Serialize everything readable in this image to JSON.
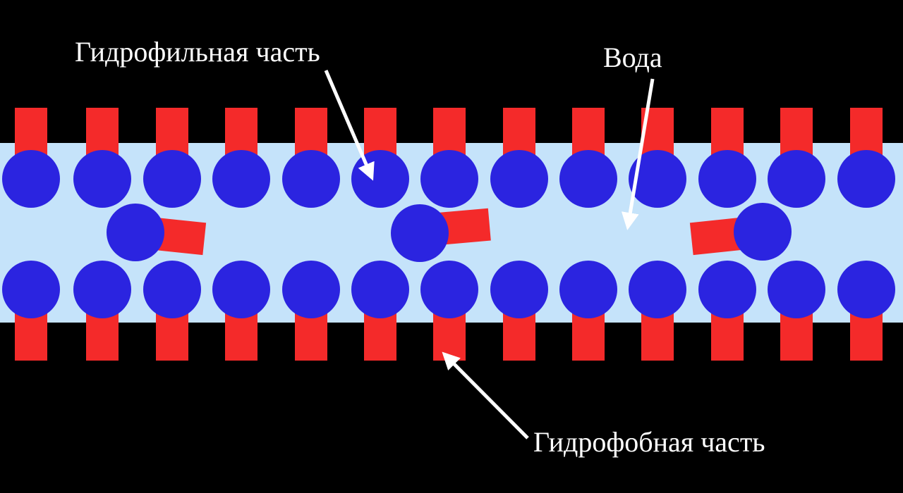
{
  "labels": {
    "hydrophilic": "Гидрофильная часть",
    "water": "Вода",
    "hydrophobic": "Гидрофобная часть"
  },
  "colors": {
    "background": "#000000",
    "water": "#c5e3fa",
    "head": "#2b24e0",
    "tail": "#f42a2a",
    "text": "#ffffff",
    "arrow": "#ffffff"
  }
}
